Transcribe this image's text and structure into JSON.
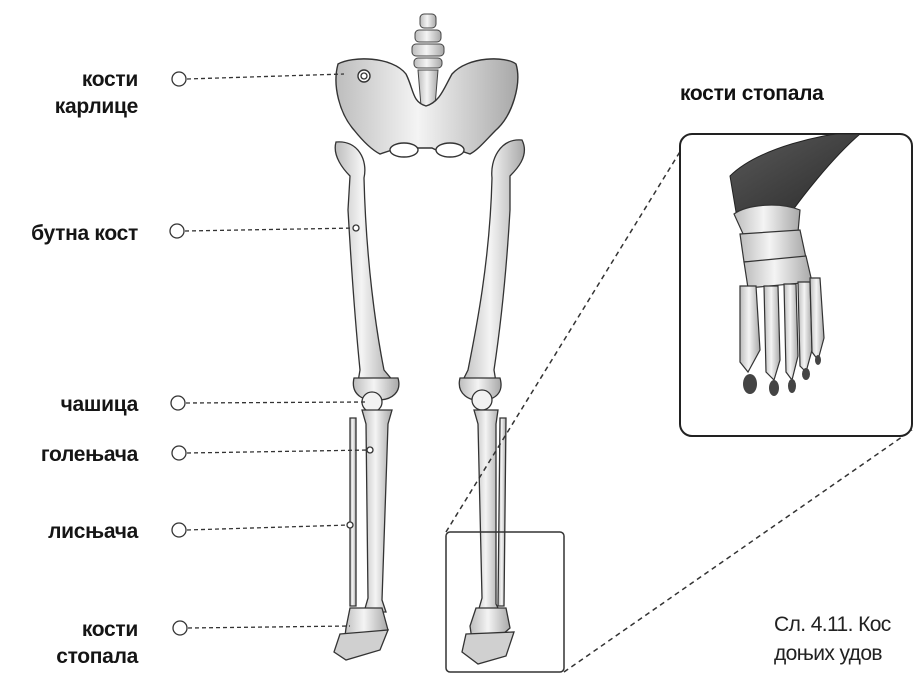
{
  "labels": {
    "pelvis_1": "кости",
    "pelvis_2": "карлице",
    "femur": "бутна кост",
    "patella": "чашица",
    "tibia": "голењача",
    "fibula": "лисњача",
    "foot_1": "кости",
    "foot_2": "стопала"
  },
  "inset": {
    "title": "кости стопала"
  },
  "caption": {
    "line1": "Сл. 4.11. Кос",
    "line2": "доњих удов"
  },
  "colors": {
    "bone": "#ededed",
    "bone_shadow": "#9a9a9a",
    "outline": "#3a3a3a",
    "leader": "#333333"
  }
}
